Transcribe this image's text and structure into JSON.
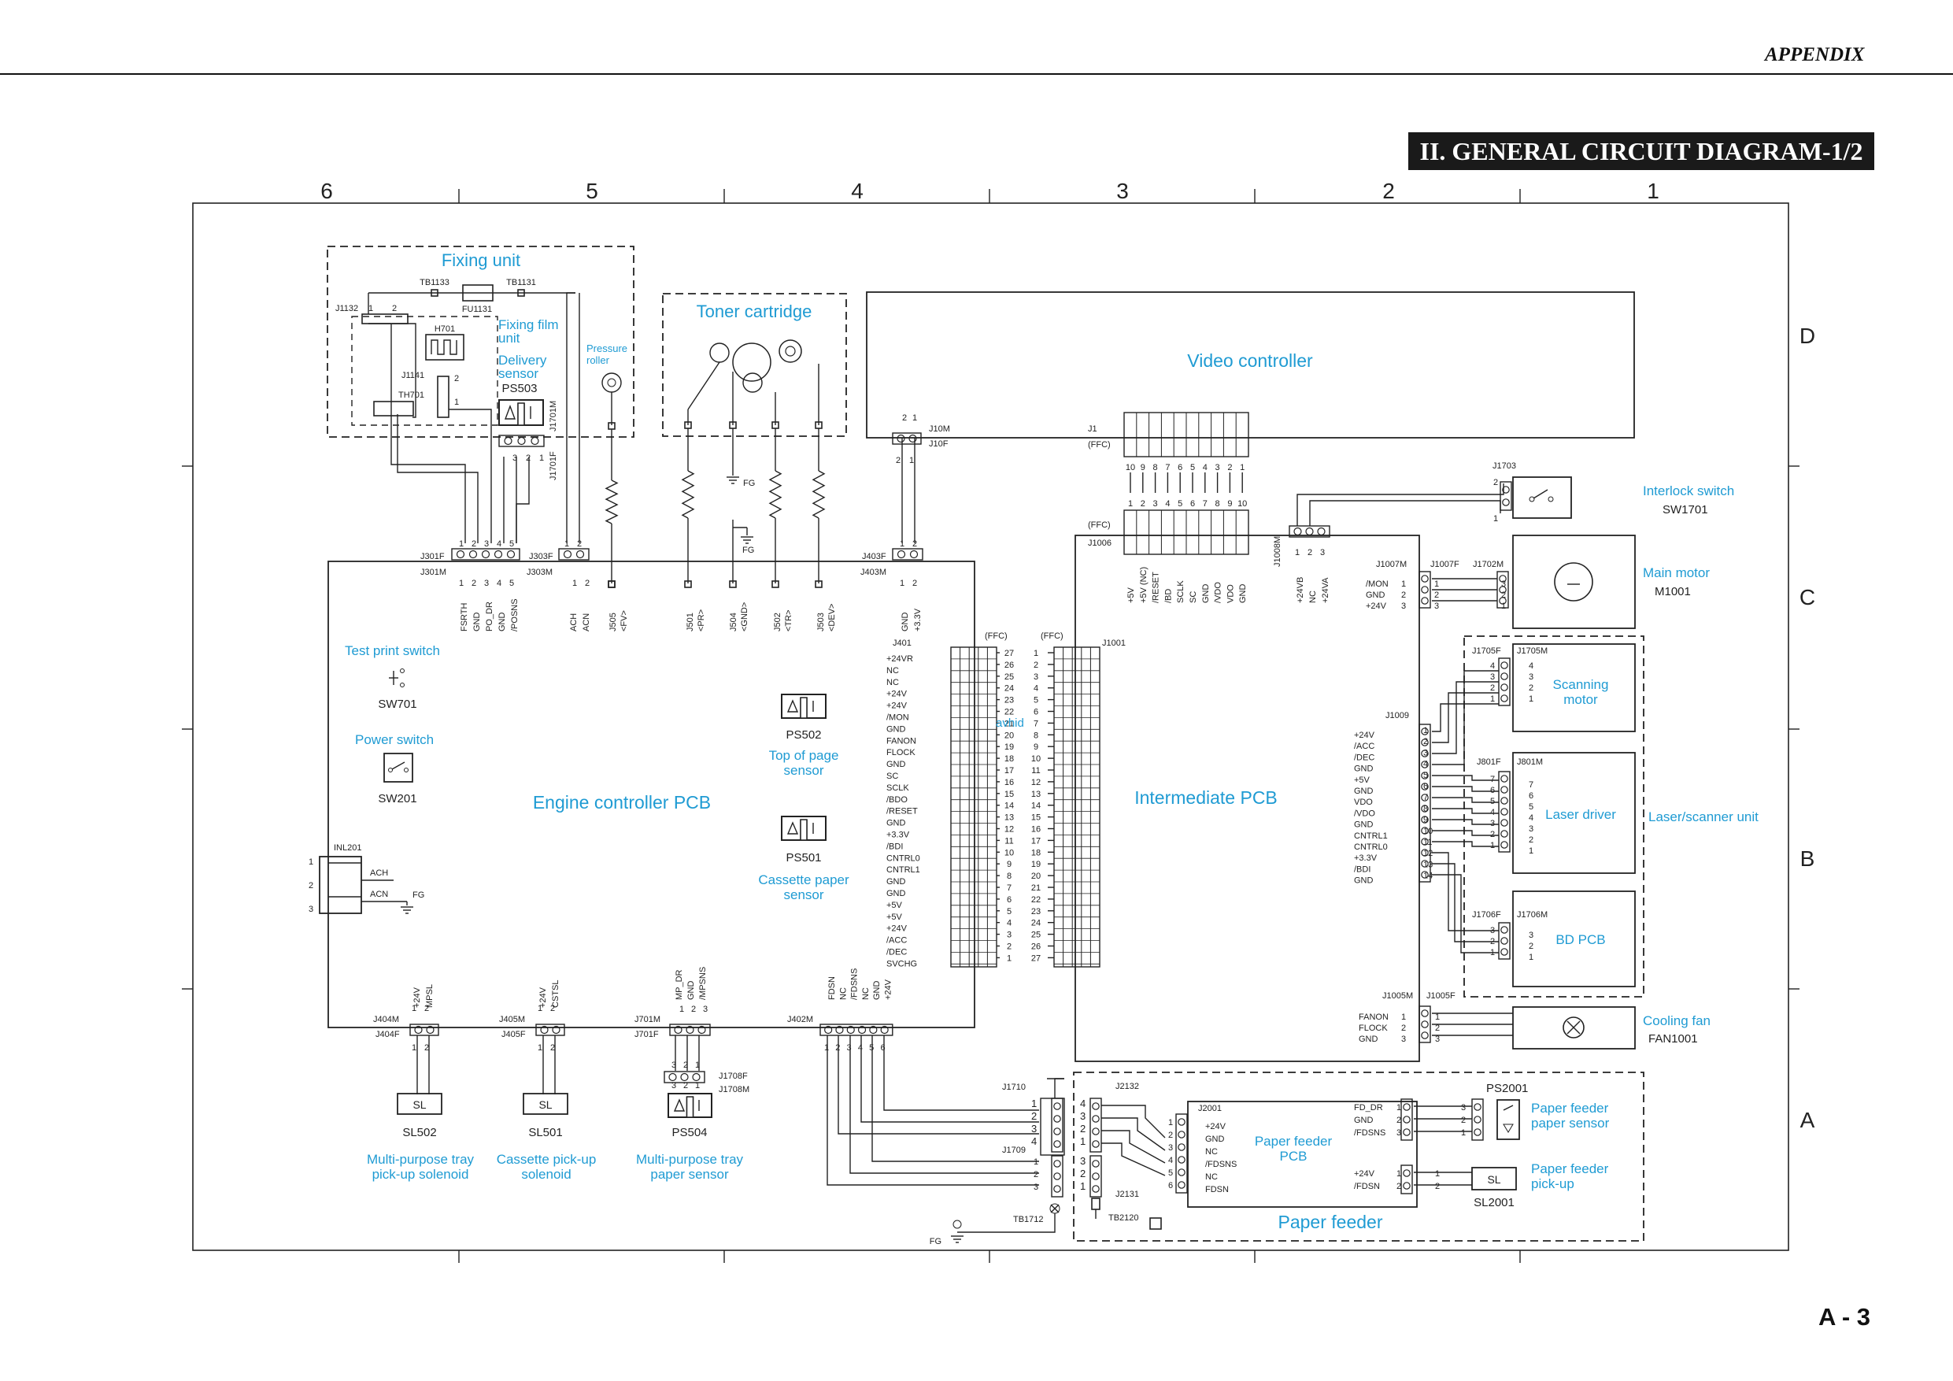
{
  "header": {
    "section": "APPENDIX",
    "title": "II. GENERAL CIRCUIT DIAGRAM-1/2",
    "page_number": "A - 3"
  },
  "zones": {
    "columns": [
      "6",
      "5",
      "4",
      "3",
      "2",
      "1"
    ],
    "rows": [
      "D",
      "C",
      "B",
      "A"
    ]
  },
  "colors": {
    "label": "#1f9bd3",
    "line": "#222222"
  },
  "fixing": {
    "title": "Fixing unit",
    "tb1133": "TB1133",
    "tb1131": "TB1131",
    "fu1131": "FU1131",
    "j1132": "J1132",
    "pin1": "1",
    "pin2": "2",
    "h701": "H701",
    "film": "Fixing film unit",
    "delivery": "Delivery sensor",
    "j1141": "J1141",
    "th701": "TH701",
    "ps503": "PS503",
    "j1701m": "J1701M",
    "j1701f": "J1701F",
    "pins321": [
      "3",
      "2",
      "1"
    ],
    "pressure": "Pressure roller"
  },
  "toner": {
    "title": "Toner cartridge",
    "fg": "FG"
  },
  "video": {
    "title": "Video controller",
    "j10m": "J10M",
    "j10f": "J10F",
    "p21": [
      "2",
      "1"
    ],
    "j1": "J1",
    "ffc": "(FFC)",
    "top_pins": [
      "10",
      "9",
      "8",
      "7",
      "6",
      "5",
      "4",
      "3",
      "2",
      "1"
    ],
    "bot_pins": [
      "1",
      "2",
      "3",
      "4",
      "5",
      "6",
      "7",
      "8",
      "9",
      "10"
    ],
    "j1006": "J1006"
  },
  "j1006_signals": [
    "+5V",
    "+5V (NC)",
    "/RESET",
    "/BD",
    "SCLK",
    "SC",
    "GND",
    "/VDO",
    "VDO",
    "GND"
  ],
  "j1008": {
    "label": "J1008M",
    "pins": [
      "1",
      "2",
      "3"
    ],
    "signals": [
      "+24VB",
      "NC",
      "+24VA"
    ]
  },
  "interlock": {
    "conn": "J1703",
    "pins": [
      "2",
      "1"
    ],
    "name": "Interlock switch",
    "ref": "SW1701"
  },
  "main_motor": {
    "name": "Main motor",
    "ref": "M1001",
    "j1007m": "J1007M",
    "j1007f": "J1007F",
    "j1702m": "J1702M",
    "signals": [
      "/MON",
      "GND",
      "+24V"
    ],
    "left_pins": [
      "1",
      "2",
      "3"
    ],
    "right_pins": [
      "3",
      "2",
      "1"
    ]
  },
  "engine": {
    "title": "Engine controller PCB",
    "j301f": "J301F",
    "j301m": "J301M",
    "j303f": "J303F",
    "j303m": "J303M",
    "j403f": "J403F",
    "j403m": "J403M",
    "p5": [
      "1",
      "2",
      "3",
      "4",
      "5"
    ],
    "p2": [
      "1",
      "2"
    ],
    "j301_signals": [
      "FSRTH",
      "GND",
      "PO_DR",
      "GND",
      "/POSNS"
    ],
    "j303_signals": [
      "ACH",
      "ACN"
    ],
    "j505": [
      "J505",
      "<FV>"
    ],
    "j501": [
      "J501",
      "<PR>"
    ],
    "j504": [
      "J504",
      "<GND>"
    ],
    "j502": [
      "J502",
      "<TR>"
    ],
    "j503": [
      "J503",
      "<DEV>"
    ],
    "j403_signals": [
      "GND",
      "+3.3V"
    ]
  },
  "sensors": {
    "test_print": "Test print switch",
    "sw701": "SW701",
    "power": "Power switch",
    "sw201": "SW201",
    "ps502": "PS502",
    "ps502_name": "Top of page sensor",
    "ps501": "PS501",
    "ps501_name": "Cassette paper sensor"
  },
  "inlet": {
    "ref": "INL201",
    "pins": [
      "1",
      "2",
      "3"
    ],
    "ach": "ACH",
    "acn": "ACN",
    "fg": "FG"
  },
  "j401": {
    "label": "J401",
    "ffc1": "(FFC)",
    "ffc2": "(FFC)",
    "j1001": "J1001",
    "signals": [
      "+24VR",
      "NC",
      "NC",
      "+24V",
      "+24V",
      "/MON",
      "GND",
      "FANON",
      "FLOCK",
      "GND",
      "SC",
      "SCLK",
      "/BDO",
      "/RESET",
      "GND",
      "+3.3V",
      "/BDI",
      "CNTRL0",
      "CNTRL1",
      "GND",
      "GND",
      "+5V",
      "+5V",
      "+24V",
      "/ACC",
      "/DEC",
      "SVCHG"
    ],
    "left_pins": [
      "27",
      "26",
      "25",
      "24",
      "23",
      "22",
      "21",
      "20",
      "19",
      "18",
      "17",
      "16",
      "15",
      "14",
      "13",
      "12",
      "11",
      "10",
      "9",
      "8",
      "7",
      "6",
      "5",
      "4",
      "3",
      "2",
      "1"
    ],
    "right_pins": [
      "1",
      "2",
      "3",
      "4",
      "5",
      "6",
      "7",
      "8",
      "9",
      "10",
      "11",
      "12",
      "13",
      "14",
      "15",
      "16",
      "17",
      "18",
      "19",
      "20",
      "21",
      "22",
      "23",
      "24",
      "25",
      "26",
      "27"
    ],
    "watermark": "avhid"
  },
  "intermediate": {
    "title": "Intermediate PCB",
    "j1009": "J1009",
    "signals": [
      "+24V",
      "/ACC",
      "/DEC",
      "GND",
      "+5V",
      "GND",
      "VDO",
      "/VDO",
      "GND",
      "CNTRL1",
      "CNTRL0",
      "+3.3V",
      "/BDI",
      "GND"
    ],
    "pins": [
      "1",
      "2",
      "3",
      "4",
      "5",
      "6",
      "7",
      "8",
      "9",
      "10",
      "11",
      "12",
      "13",
      "14"
    ]
  },
  "scanner": {
    "unit": "Laser/scanner unit",
    "scan_name": "Scanning motor",
    "j1705f": "J1705F",
    "j1705m": "J1705M",
    "p4l": [
      "4",
      "3",
      "2",
      "1"
    ],
    "p4r": [
      "4",
      "3",
      "2",
      "1"
    ],
    "laser_name": "Laser driver",
    "j801f": "J801F",
    "j801m": "J801M",
    "p7": [
      "7",
      "6",
      "5",
      "4",
      "3",
      "2",
      "1"
    ],
    "bd_name": "BD PCB",
    "j1706f": "J1706F",
    "j1706m": "J1706M",
    "p3": [
      "3",
      "2",
      "1"
    ]
  },
  "fan": {
    "name": "Cooling fan",
    "ref": "FAN1001",
    "j1005m": "J1005M",
    "j1005f": "J1005F",
    "signals": [
      "FANON",
      "FLOCK",
      "GND"
    ],
    "pins": [
      "1",
      "2",
      "3"
    ]
  },
  "solenoids": [
    {
      "conn_m": "J404M",
      "conn_f": "J404F",
      "signals": [
        "+24V",
        "MPSL"
      ],
      "pins": [
        "1",
        "2"
      ],
      "sym": "SL",
      "ref": "SL502",
      "name": "Multi-purpose tray pick-up solenoid"
    },
    {
      "conn_m": "J405M",
      "conn_f": "J405F",
      "signals": [
        "+24V",
        "CSTSL"
      ],
      "pins": [
        "1",
        "2"
      ],
      "sym": "SL",
      "ref": "SL501",
      "name": "Cassette pick-up solenoid"
    }
  ],
  "ps504": {
    "j701m": "J701M",
    "j701f": "J701F",
    "signals": [
      "MP_DR",
      "GND",
      "/MPSNS"
    ],
    "pins": [
      "1",
      "2",
      "3"
    ],
    "j1708f": "J1708F",
    "j1708m": "J1708M",
    "ref": "PS504",
    "name": "Multi-purpose tray paper sensor"
  },
  "j402": {
    "label": "J402M",
    "signals": [
      "FDSN",
      "NC",
      "/FDSNS",
      "NC",
      "GND",
      "+24V"
    ],
    "pins": [
      "1",
      "2",
      "3",
      "4",
      "5",
      "6"
    ]
  },
  "feeder": {
    "title": "Paper feeder",
    "pcb": "Paper feeder PCB",
    "j1710": "J1710",
    "j1709": "J1709",
    "j2132": "J2132",
    "j2131": "J2131",
    "j2001": "J2001",
    "tb1712": "TB1712",
    "tb2120": "TB2120",
    "fg": "FG",
    "j1710_pins": [
      "1",
      "2",
      "3",
      "4"
    ],
    "j2132_pins": [
      "4",
      "3",
      "2",
      "1"
    ],
    "j1709_pins": [
      "1",
      "2",
      "3"
    ],
    "j2131_pins": [
      "3",
      "2",
      "1"
    ],
    "j2001_signals": [
      "+24V",
      "GND",
      "NC",
      "/FDSNS",
      "NC",
      "FDSN"
    ],
    "j2001_pins": [
      "1",
      "2",
      "3",
      "4",
      "5",
      "6"
    ],
    "sensor_signals": [
      "FD_DR",
      "GND",
      "/FDSNS"
    ],
    "sensor_pins": [
      "1",
      "2",
      "3"
    ],
    "ps_pins": [
      "3",
      "2",
      "1"
    ],
    "ps2001": "PS2001",
    "ps_name": "Paper feeder paper sensor",
    "pickup_signals": [
      "+24V",
      "/FDSN"
    ],
    "pickup_pins": [
      "1",
      "2"
    ],
    "sl": "SL",
    "sl2001": "SL2001",
    "pickup_name": "Paper feeder pick-up"
  }
}
